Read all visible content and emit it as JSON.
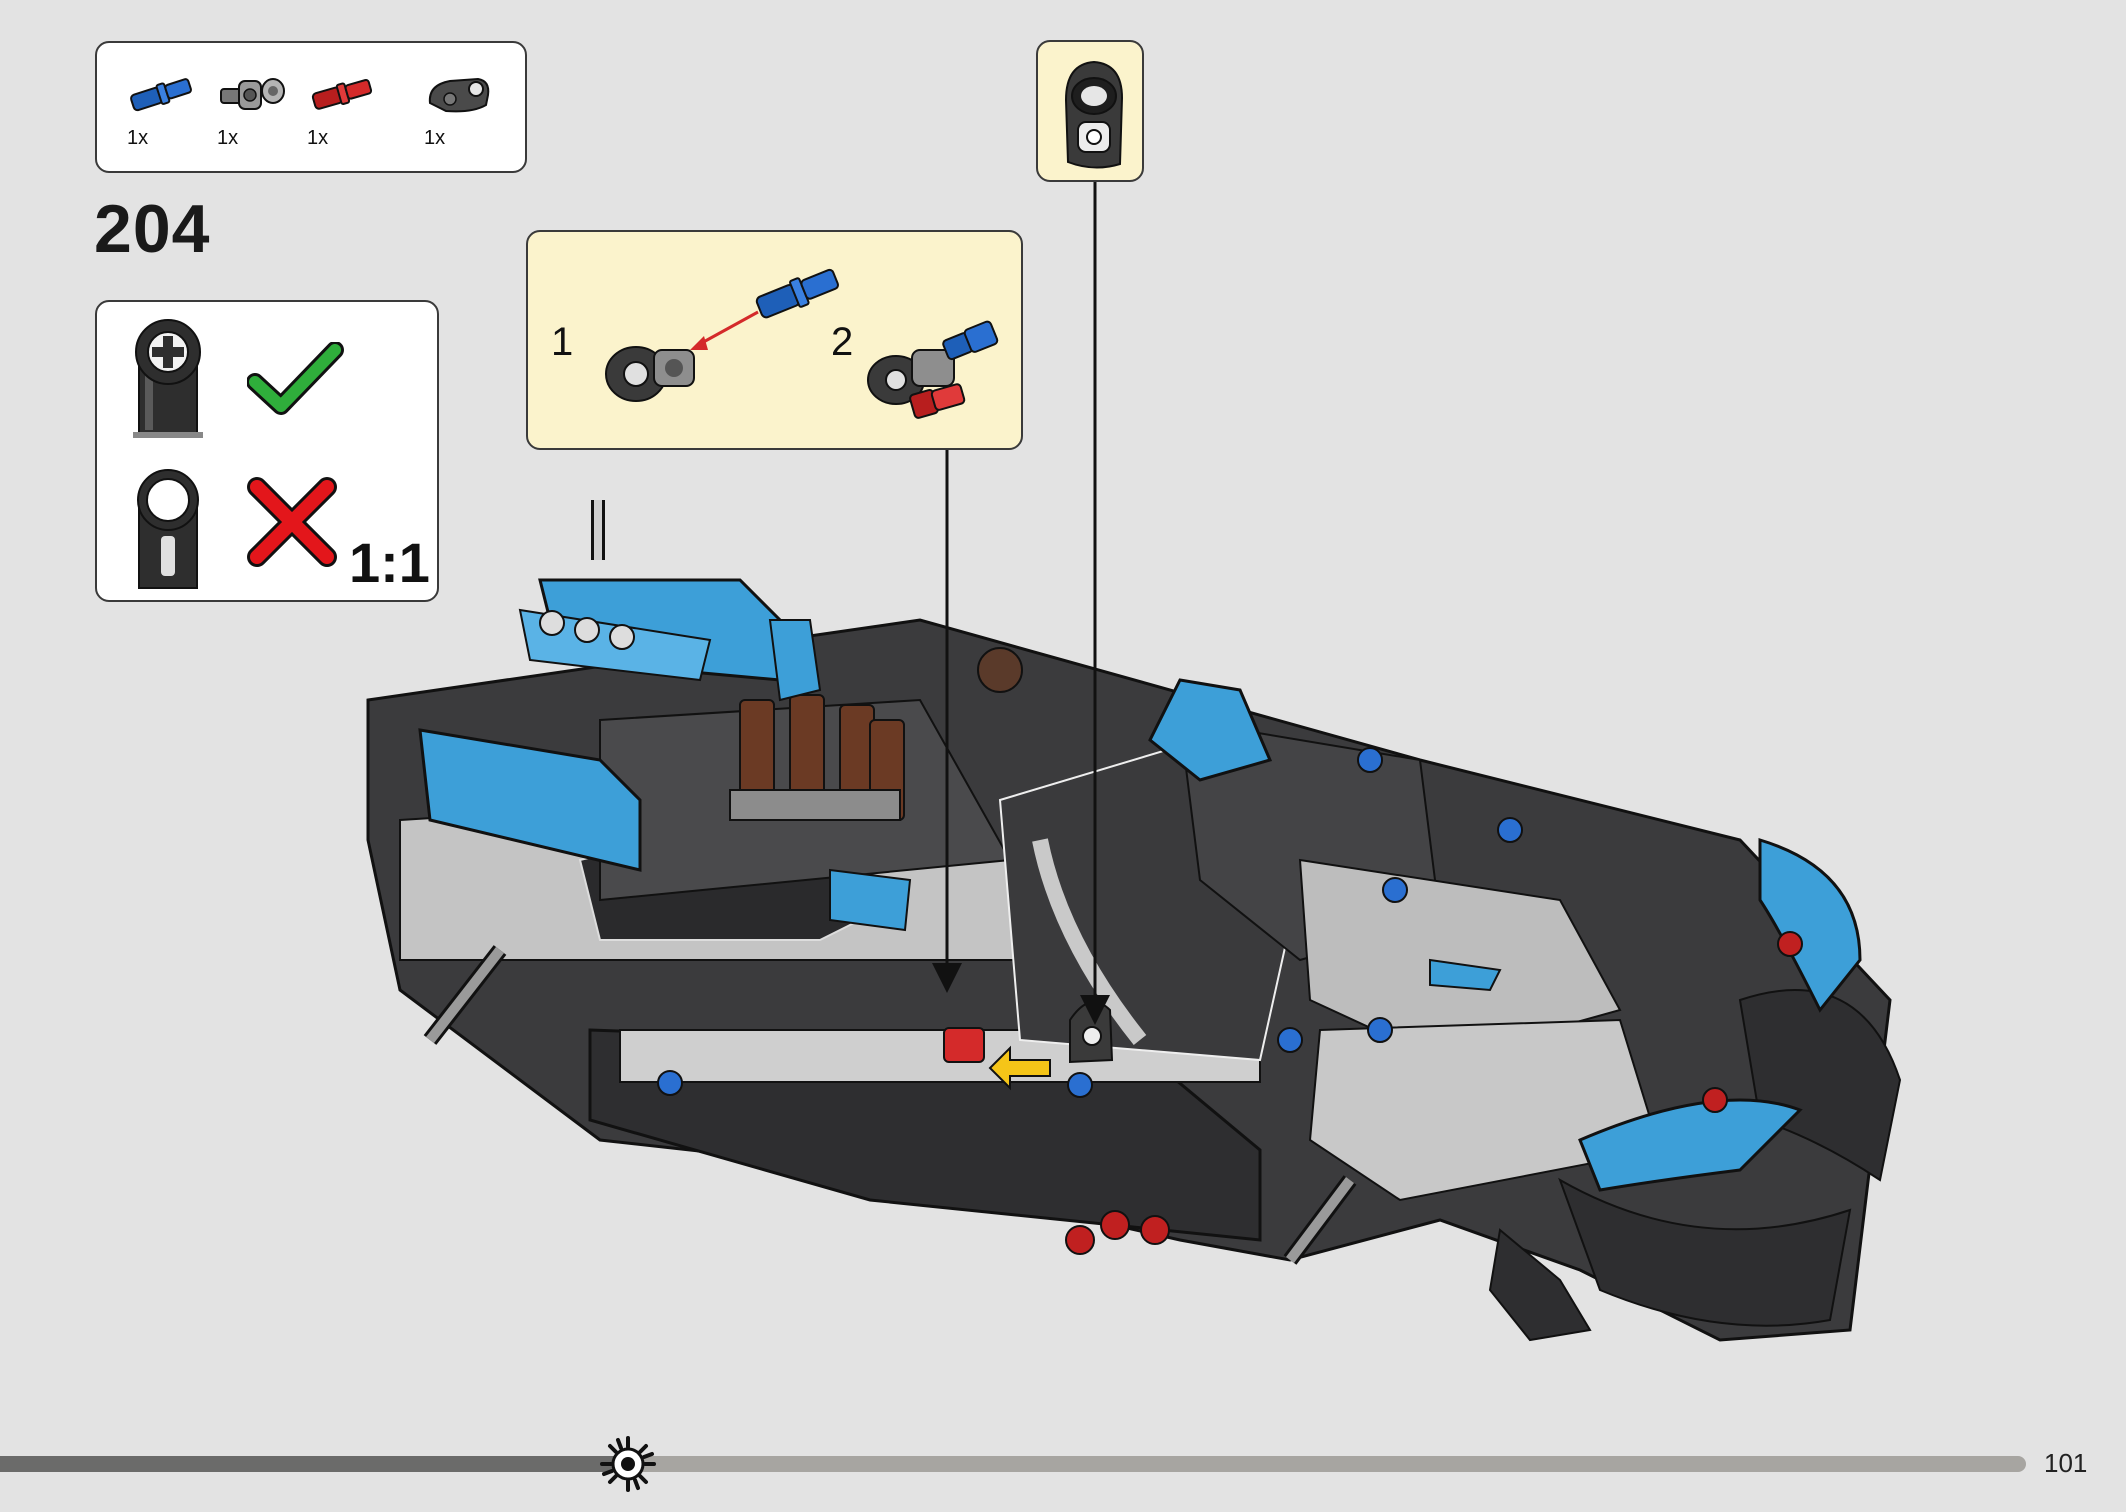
{
  "parts_list": {
    "items": [
      {
        "icon": "blue-axle-pin-icon",
        "qty": "1x",
        "color": "#2a6fd1"
      },
      {
        "icon": "gray-pin-connector-icon",
        "qty": "1x",
        "color": "#8e8e8e"
      },
      {
        "icon": "red-axle-pin-icon",
        "qty": "1x",
        "color": "#d42a2a"
      },
      {
        "icon": "dark-gray-beam-connector-icon",
        "qty": "1x",
        "color": "#4a4a4a"
      }
    ]
  },
  "step": {
    "number": "204"
  },
  "orientation_panel": {
    "correct_icon": "check-icon",
    "wrong_icon": "cross-icon",
    "scale": "1:1",
    "correct_color": "#2fae3b",
    "wrong_color": "#e3161b"
  },
  "sub_assembly": {
    "steps": [
      {
        "number": "1"
      },
      {
        "number": "2"
      }
    ],
    "background": "#fbf3cc"
  },
  "progress": {
    "value": 0.31
  },
  "page": {
    "number": "101"
  },
  "colors": {
    "background": "#e3e3e3",
    "model_blue": "#3d9fd8",
    "model_dark": "#3b3b3d",
    "model_light": "#c9c9c9",
    "callout_yellow": "#fbf3cc",
    "arrow_yellow": "#f5c518"
  }
}
